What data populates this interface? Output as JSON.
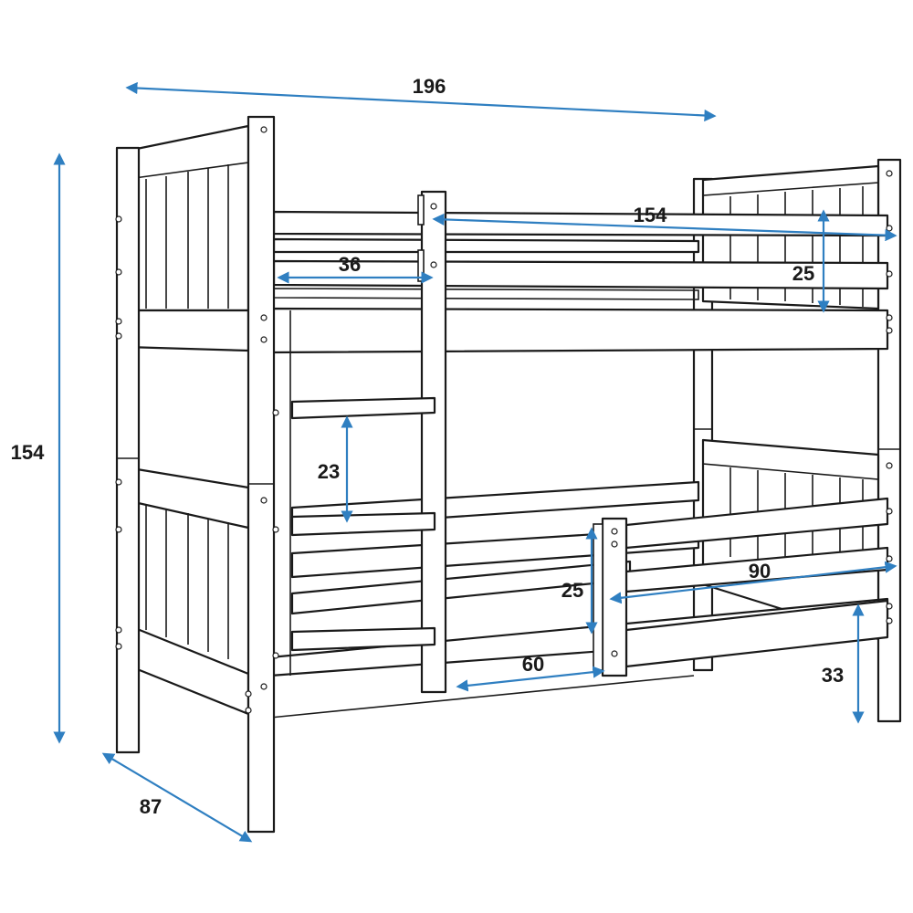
{
  "dimensions": {
    "total_length": "196",
    "total_height": "154",
    "depth": "87",
    "mattress_length": "154",
    "ladder_opening": "36",
    "rail_height_top": "25",
    "ladder_step_spacing": "23",
    "rail_height_bottom": "25",
    "bottom_opening": "60",
    "bottom_rail_length": "90",
    "floor_clearance": "33"
  },
  "colors": {
    "line": "#1a1a1a",
    "dimension": "#2f7fc1",
    "background": "#ffffff"
  }
}
